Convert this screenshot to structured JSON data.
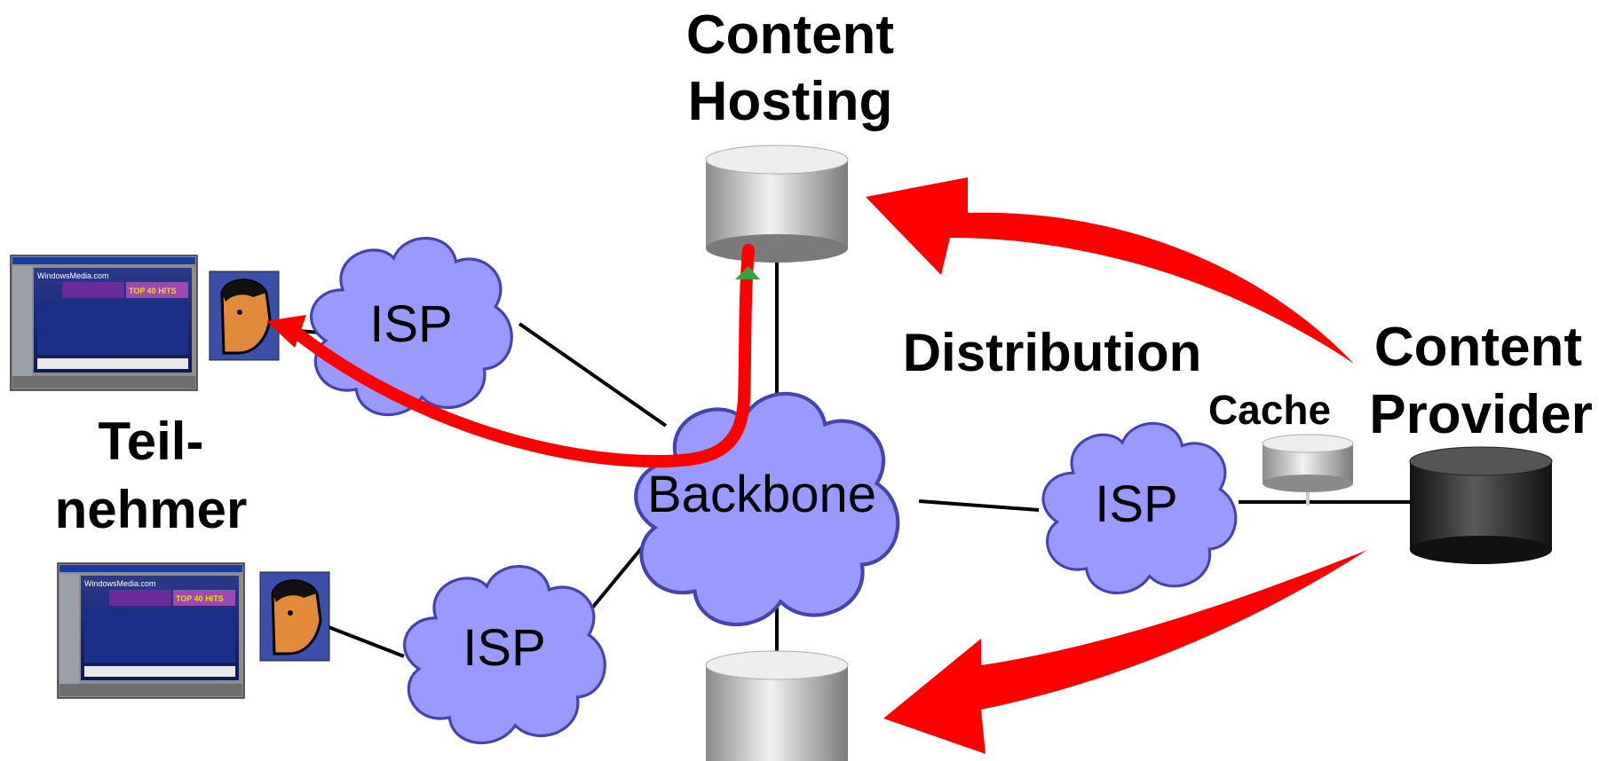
{
  "labels": {
    "content_hosting_line1": "Content",
    "content_hosting_line2": "Hosting",
    "distribution": "Distribution",
    "content_provider_line1": "Content",
    "content_provider_line2": "Provider",
    "cache": "Cache",
    "teilnehmer_line1": "Teil-",
    "teilnehmer_line2": "nehmer",
    "backbone": "Backbone",
    "isp_top_left": "ISP",
    "isp_bottom_left": "ISP",
    "isp_right": "ISP"
  },
  "screen_thumbnail": {
    "site_title": "WindowsMedia.com",
    "banner": "TOP 40 HITS"
  },
  "colors": {
    "cloud_fill": "#9999ff",
    "cloud_stroke": "#4444aa",
    "arrow_red": "#ff0000",
    "link_line": "#000000",
    "server_light": "#cfcfcf",
    "server_dark": "#2a2a2a"
  },
  "icons": [
    "cloud-icon",
    "server-cylinder-icon",
    "cache-cylinder-icon",
    "user-face-icon",
    "screen-thumbnail-icon"
  ]
}
